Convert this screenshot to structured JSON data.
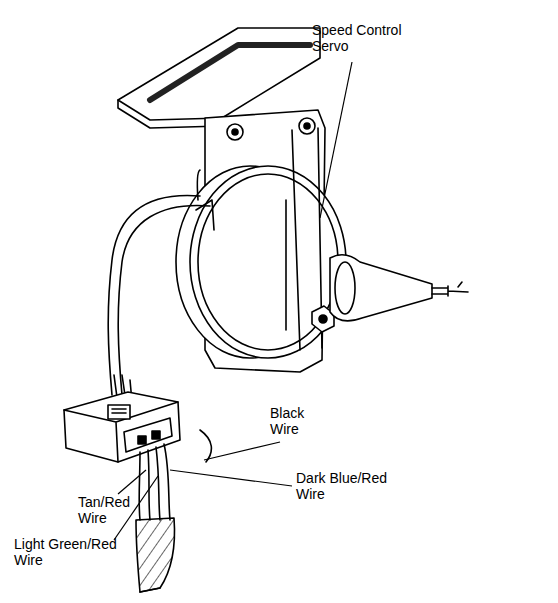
{
  "diagram": {
    "labels": [
      "Speed Control Servo",
      "Black Wire",
      "Dark Blue/Red Wire",
      "Tan/Red Wire",
      "Light Green/Red Wire"
    ]
  }
}
